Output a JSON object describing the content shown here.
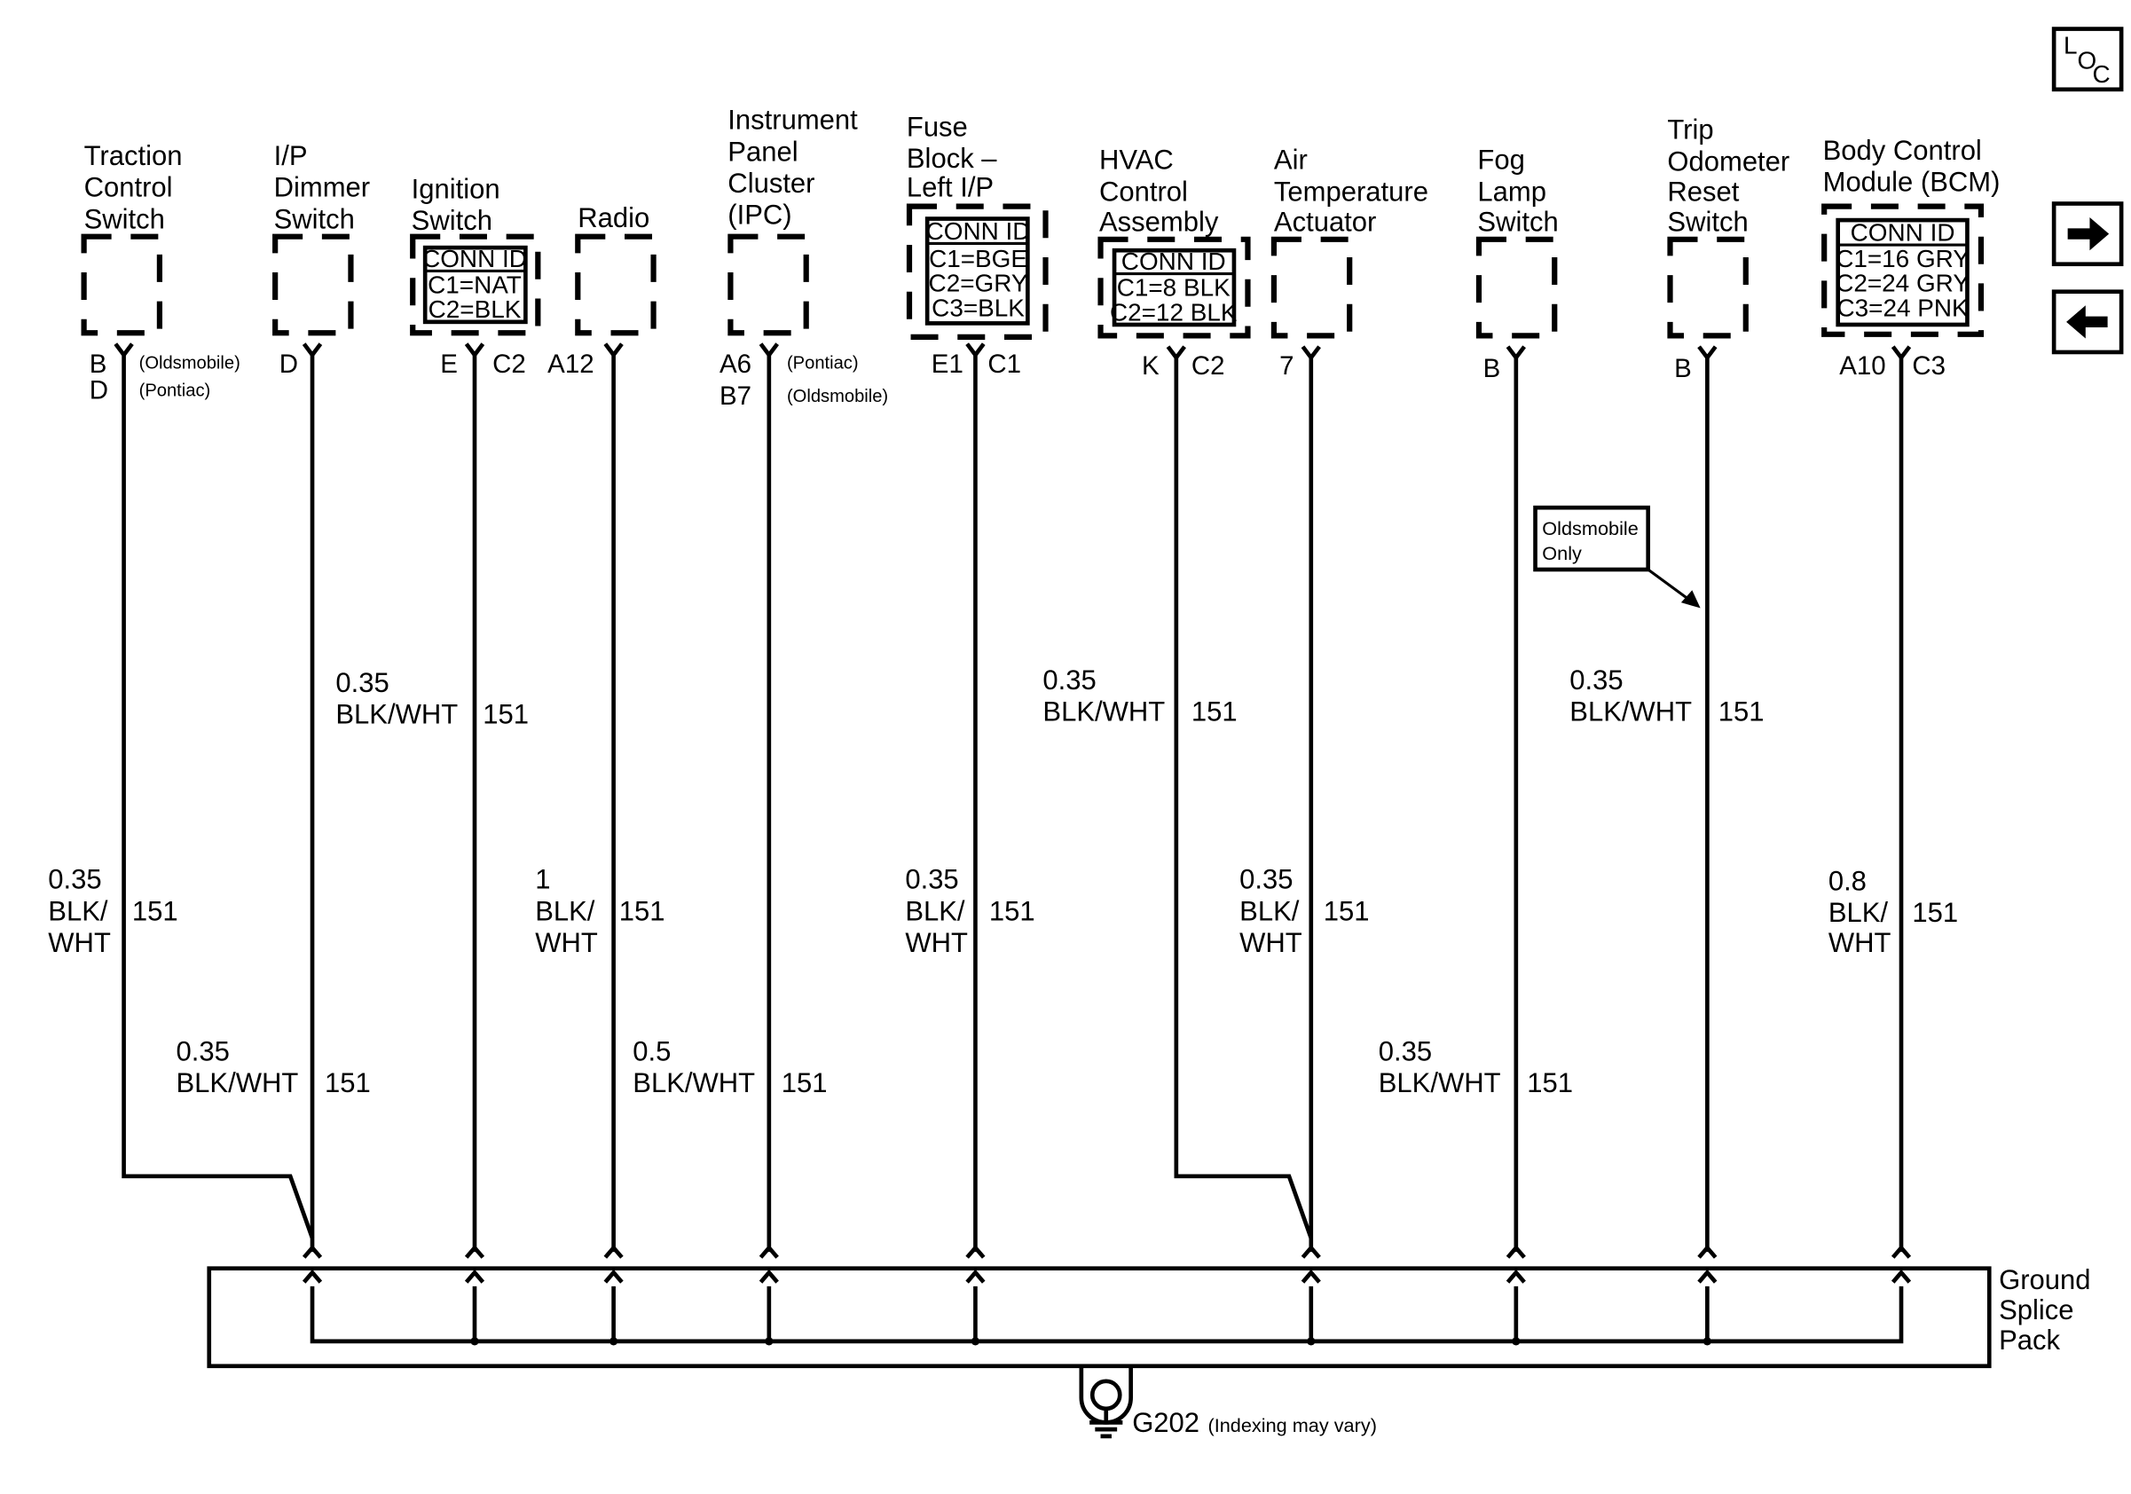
{
  "nav": {
    "loc_button": {
      "letters": [
        "L",
        "O",
        "C"
      ]
    },
    "next_icon": "right-arrow",
    "prev_icon": "left-arrow"
  },
  "components": [
    {
      "id": "traction",
      "name_lines": [
        "Traction",
        "Control",
        "Switch"
      ],
      "pin_left": [
        "B",
        "D"
      ],
      "pin_notes": [
        "(Oldsmobile)",
        "(Pontiac)"
      ]
    },
    {
      "id": "ip-dimmer",
      "name_lines": [
        "I/P",
        "Dimmer",
        "Switch"
      ],
      "pin_left": [
        "D"
      ]
    },
    {
      "id": "ignition",
      "name_lines": [
        "Ignition",
        "Switch"
      ],
      "conn_id": {
        "title": "CONN ID",
        "rows": [
          "C1=NAT",
          "C2=BLK"
        ]
      },
      "pin_left": [
        "E"
      ],
      "pin_right": "C2"
    },
    {
      "id": "radio",
      "name_lines": [
        "Radio"
      ],
      "pin_left": [
        "A12"
      ]
    },
    {
      "id": "ipc",
      "name_lines": [
        "Instrument",
        "Panel",
        "Cluster",
        "(IPC)"
      ],
      "pin_left": [
        "A6",
        "B7"
      ],
      "pin_notes": [
        "(Pontiac)",
        "(Oldsmobile)"
      ]
    },
    {
      "id": "fuse-block",
      "name_lines": [
        "Fuse",
        "Block –",
        "Left I/P"
      ],
      "conn_id": {
        "title": "CONN ID",
        "rows": [
          "C1=BGE",
          "C2=GRY",
          "C3=BLK"
        ]
      },
      "pin_left": [
        "E1"
      ],
      "pin_right": "C1"
    },
    {
      "id": "hvac",
      "name_lines": [
        "HVAC",
        "Control",
        "Assembly"
      ],
      "conn_id": {
        "title": "CONN ID",
        "rows": [
          "C1=8 BLK",
          "C2=12 BLK"
        ]
      },
      "pin_left": [
        "K"
      ],
      "pin_right": "C2"
    },
    {
      "id": "air-temp",
      "name_lines": [
        "Air",
        "Temperature",
        "Actuator"
      ],
      "pin_left": [
        "7"
      ]
    },
    {
      "id": "fog-lamp",
      "name_lines": [
        "Fog",
        "Lamp",
        "Switch"
      ],
      "pin_left": [
        "B"
      ]
    },
    {
      "id": "trip-odo",
      "name_lines": [
        "Trip",
        "Odometer",
        "Reset",
        "Switch"
      ],
      "pin_left": [
        "B"
      ]
    },
    {
      "id": "bcm",
      "name_lines": [
        "Body Control",
        "Module (BCM)"
      ],
      "conn_id": {
        "title": "CONN ID",
        "rows": [
          "C1=16 GRY",
          "C2=24 GRY",
          "C3=24 PNK"
        ]
      },
      "pin_left": [
        "A10"
      ],
      "pin_right": "C3"
    }
  ],
  "wire_labels": [
    {
      "lines": [
        "0.35",
        "BLK/WHT"
      ],
      "circuit": "151"
    },
    {
      "lines": [
        "0.35",
        "BLK/WHT"
      ],
      "circuit": "151"
    },
    {
      "lines": [
        "0.35",
        "BLK/WHT"
      ],
      "circuit": "151"
    },
    {
      "lines": [
        "0.35",
        "BLK/",
        "WHT"
      ],
      "circuit": "151"
    },
    {
      "lines": [
        "1",
        "BLK/",
        "WHT"
      ],
      "circuit": "151"
    },
    {
      "lines": [
        "0.35",
        "BLK/",
        "WHT"
      ],
      "circuit": "151"
    },
    {
      "lines": [
        "0.35",
        "BLK/",
        "WHT"
      ],
      "circuit": "151"
    },
    {
      "lines": [
        "0.8",
        "BLK/",
        "WHT"
      ],
      "circuit": "151"
    },
    {
      "lines": [
        "0.35",
        "BLK/WHT"
      ],
      "circuit": "151"
    },
    {
      "lines": [
        "0.5",
        "BLK/WHT"
      ],
      "circuit": "151"
    },
    {
      "lines": [
        "0.35",
        "BLK/WHT"
      ],
      "circuit": "151"
    }
  ],
  "callout": {
    "lines": [
      "Oldsmobile",
      "Only"
    ]
  },
  "splice_pack": {
    "lines": [
      "Ground",
      "Splice",
      "Pack"
    ]
  },
  "ground": {
    "name": "G202",
    "note": "(Indexing may vary)"
  }
}
